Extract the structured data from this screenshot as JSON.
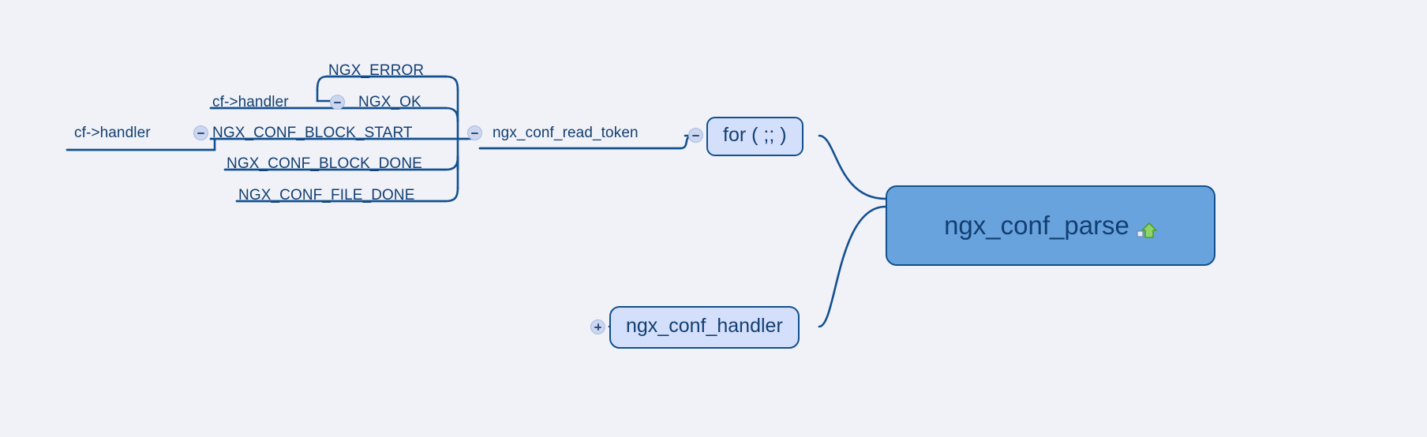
{
  "canvas": {
    "background": "#f1f2f8",
    "line_color": "#12508f",
    "text_color": "#123f72"
  },
  "root": {
    "label": "ngx_conf_parse",
    "icon": "green-up-arrow-icon",
    "fill": "#69a3dd",
    "border": "#12508f"
  },
  "branches": {
    "for_loop": {
      "label": "for ( ;; )",
      "toggle": "minus",
      "fill": "#d4e0fb"
    },
    "conf_handler": {
      "label": "ngx_conf_handler",
      "toggle": "plus",
      "fill": "#d4e0fb"
    }
  },
  "read_token": {
    "label": "ngx_conf_read_token",
    "toggle": "minus"
  },
  "token_results": {
    "toggle": "minus",
    "items": [
      {
        "label": "cf->handler",
        "toggle": "minus"
      },
      {
        "label": "NGX_CONF_BLOCK_START",
        "toggle": "none"
      },
      {
        "label": "NGX_CONF_BLOCK_DONE",
        "toggle": "none"
      },
      {
        "label": "NGX_CONF_FILE_DONE",
        "toggle": "none"
      }
    ]
  },
  "handler_results": {
    "items": [
      {
        "label": "NGX_ERROR",
        "toggle": "none"
      },
      {
        "label": "NGX_OK",
        "toggle": "none"
      }
    ]
  },
  "outer_handler": {
    "label": "cf->handler",
    "toggle": "minus"
  }
}
